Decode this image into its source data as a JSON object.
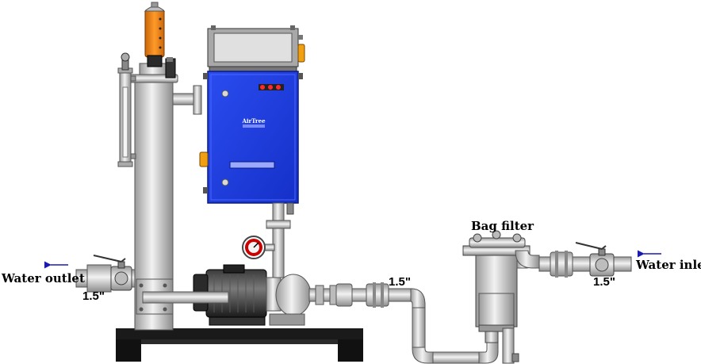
{
  "labels": {
    "water_outlet": "Water outlet",
    "water_inlet": "Water inlet",
    "bag_filter": "Bag filter",
    "outlet_size": "1.5\"",
    "pump_size": "1.5\"",
    "inlet_size": "1.5\""
  },
  "cabinet": {
    "brand": "AirTree"
  },
  "colors": {
    "pipe": "#d4d4d4",
    "cabinet_blue": "#1f3de0",
    "orange": "#f08a1a",
    "flow_arrow": "#1a1ab0",
    "base": "#111111"
  }
}
